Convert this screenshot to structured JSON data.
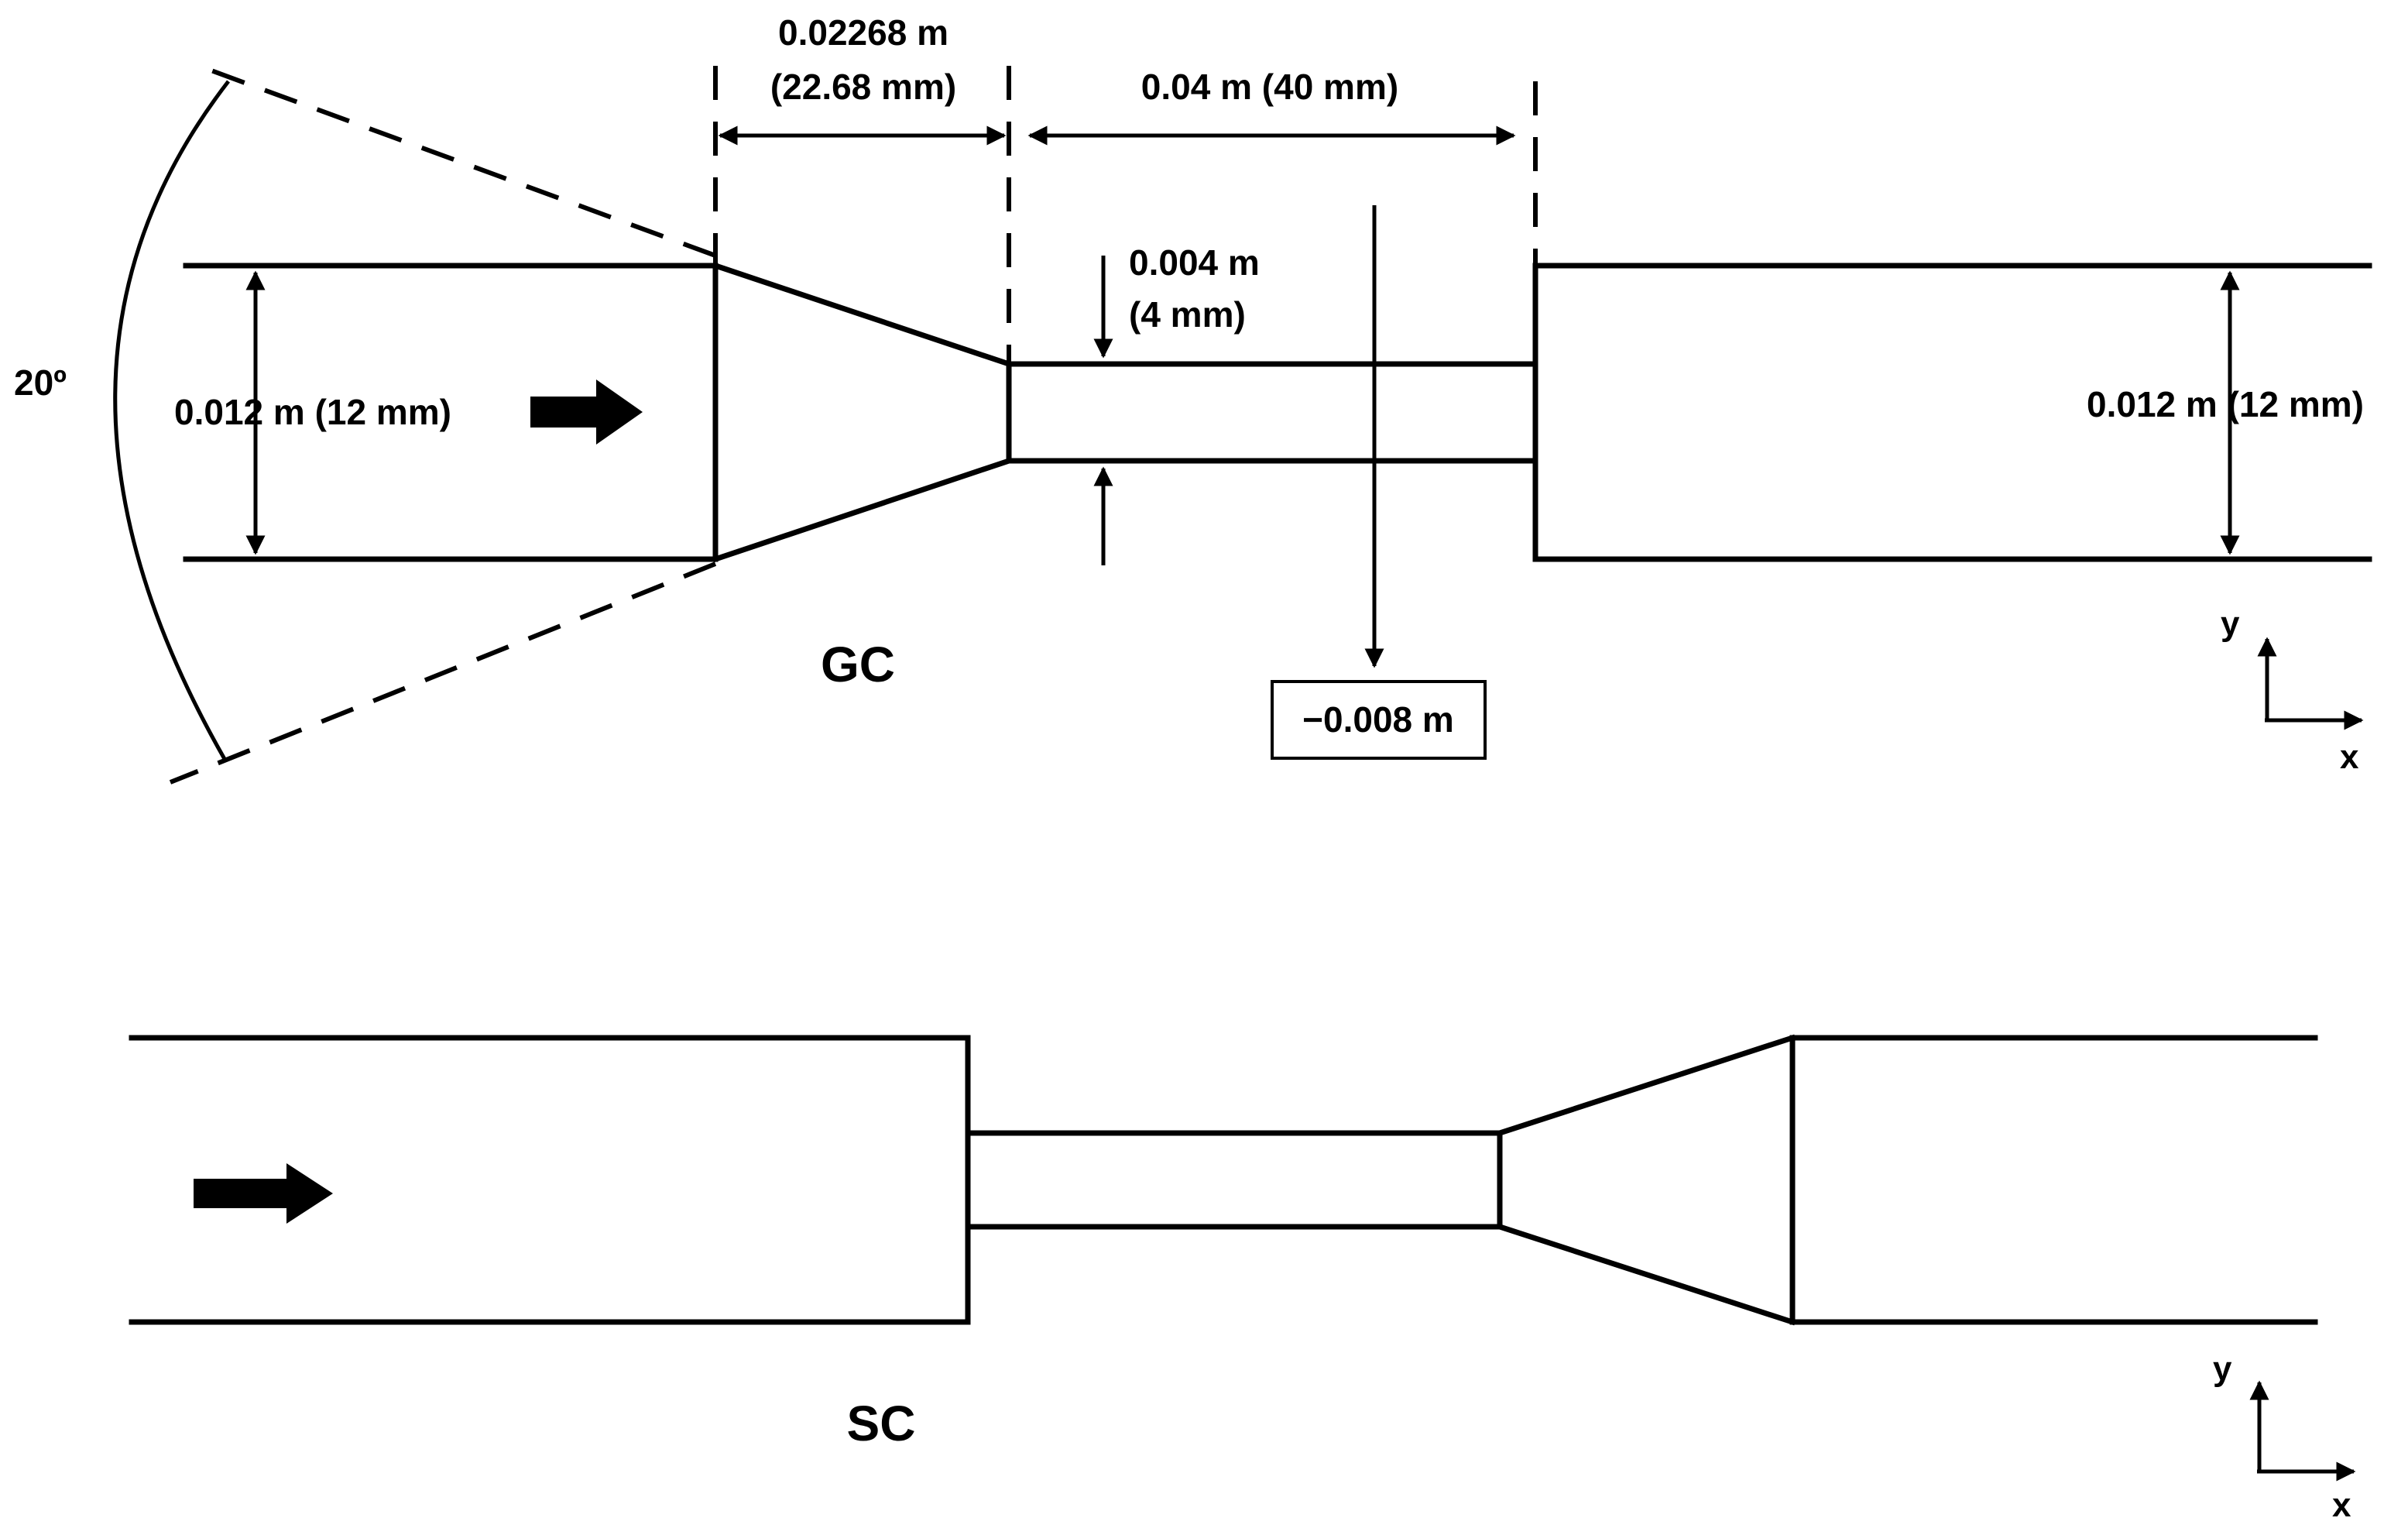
{
  "gc": {
    "name": "GC",
    "angle": "20º",
    "converging_length": "0.02268 m",
    "converging_length_mm": "(22.68 mm)",
    "throat_length": "0.04 m (40 mm)",
    "throat_height": "0.004 m",
    "throat_height_mm": "(4 mm)",
    "inlet_height": "0.012 m (12 mm)",
    "outlet_height": "0.012 m (12 mm)",
    "probe_position": "−0.008 m",
    "axis_x": "x",
    "axis_y": "y"
  },
  "sc": {
    "name": "SC",
    "axis_x": "x",
    "axis_y": "y"
  }
}
